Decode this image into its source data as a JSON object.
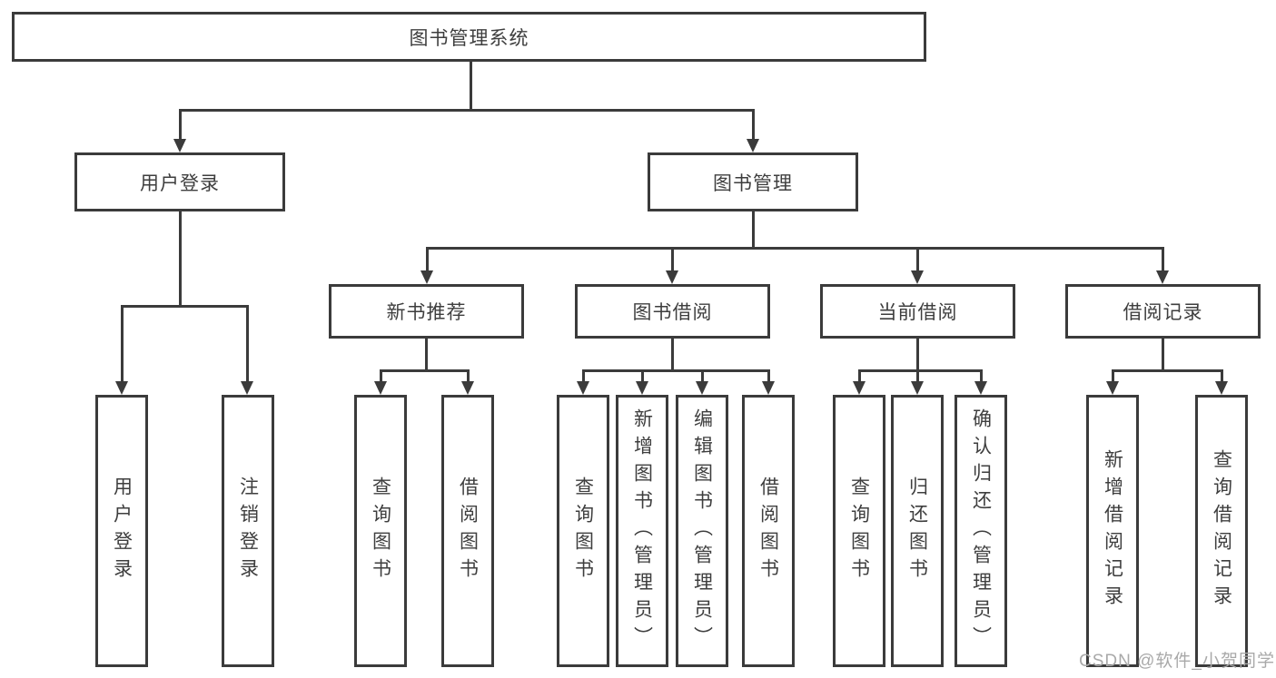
{
  "tree": {
    "root": {
      "label": "图书管理系统"
    },
    "level1": [
      {
        "label": "用户登录",
        "children": [
          {
            "label": "用户登录"
          },
          {
            "label": "注销登录"
          }
        ]
      },
      {
        "label": "图书管理",
        "children": [
          {
            "label": "新书推荐",
            "children": [
              {
                "label": "查询图书"
              },
              {
                "label": "借阅图书"
              }
            ]
          },
          {
            "label": "图书借阅",
            "children": [
              {
                "label": "查询图书"
              },
              {
                "label": "新增图书（管理员）"
              },
              {
                "label": "编辑图书（管理员）"
              },
              {
                "label": "借阅图书"
              }
            ]
          },
          {
            "label": "当前借阅",
            "children": [
              {
                "label": "查询图书"
              },
              {
                "label": "归还图书"
              },
              {
                "label": "确认归还（管理员）"
              }
            ]
          },
          {
            "label": "借阅记录",
            "children": [
              {
                "label": "新增借阅记录"
              },
              {
                "label": "查询借阅记录"
              }
            ]
          }
        ]
      }
    ]
  },
  "watermark": {
    "text": "CSDN @软件_小贺同学"
  },
  "colors": {
    "line": "#3b3b3b",
    "text": "#3e3e3e",
    "watermark": "#a9a9a9",
    "background": "#ffffff"
  }
}
